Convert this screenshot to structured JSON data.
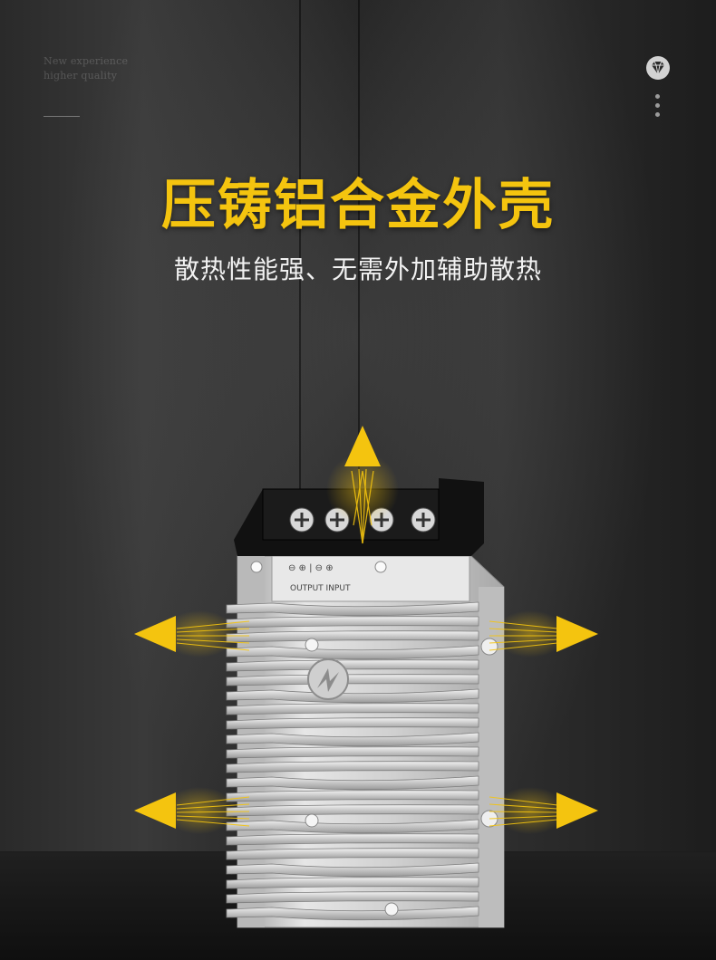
{
  "header": {
    "tagline_line1": "New experience",
    "tagline_line2": "higher quality"
  },
  "hero": {
    "title": "压铸铝合金外壳",
    "subtitle": "散热性能强、无需外加辅助散热"
  },
  "product": {
    "terminal_label": "OUTPUT INPUT"
  },
  "colors": {
    "accent": "#f4c40f",
    "background": "#1a1a1a",
    "housing": "#d9d9d9",
    "terminal_block": "#111111"
  },
  "icons": {
    "brand": "diamond-icon",
    "menu": "more-dots-icon"
  }
}
